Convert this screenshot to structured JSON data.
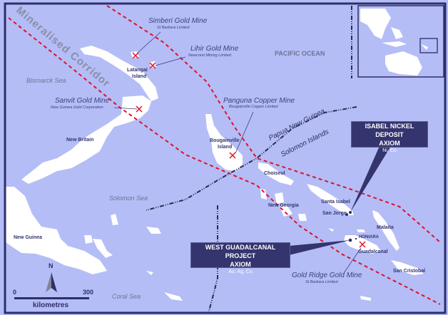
{
  "map": {
    "corridor_label": "Mineralised Corridor",
    "seas": {
      "pacific": "PACIFIC OCEAN",
      "bismarck": "Bismarck Sea",
      "solomon": "Solomon Sea",
      "coral": "Coral Sea"
    },
    "places": {
      "latangai_1": "Latangai",
      "latangai_2": "Island",
      "new_britain": "New Britain",
      "bougainville_1": "Bougainville",
      "bougainville_2": "Island",
      "choiseul": "Choiseul",
      "new_georgia": "New Georgia",
      "santa_isabel": "Santa Isabel",
      "san_jorge": "San Jorge",
      "malaita": "Malaita",
      "honiara": "HONIARA",
      "guadalcanal": "Guadalcanal",
      "san_cristobal": "San Cristobal",
      "new_guinea": "New Guinea"
    },
    "borders": {
      "png": "Papua New Guinea",
      "solomons": "Solomon Islands"
    },
    "mines": [
      {
        "name": "Simberi Gold Mine",
        "operator": "St Barbara Limited"
      },
      {
        "name": "Lihir Gold Mine",
        "operator": "Newcrest Mining Limited"
      },
      {
        "name": "Sanvit Gold Mine",
        "operator": "New Guinea Gold Corporation"
      },
      {
        "name": "Panguna Copper Mine",
        "operator": "Bougainville Copper Limited"
      },
      {
        "name": "Gold Ridge Gold Mine",
        "operator": "St Barbara Limited"
      }
    ],
    "projects": [
      {
        "title": "ISABEL NICKEL DEPOSIT",
        "company": "AXIOM",
        "commodities": "Ni, Co"
      },
      {
        "title": "WEST GUADALCANAL PROJECT",
        "company": "AXIOM",
        "commodities": "Au, Ag, Cu"
      }
    ],
    "scale": {
      "start": "0",
      "end": "300",
      "unit": "kilometres"
    },
    "north_label": "N",
    "colors": {
      "sea": "#b4bdf6",
      "land": "#ffffff",
      "frame": "#2e2f6a",
      "corridor": "#e0122a",
      "box": "#34346e"
    }
  }
}
